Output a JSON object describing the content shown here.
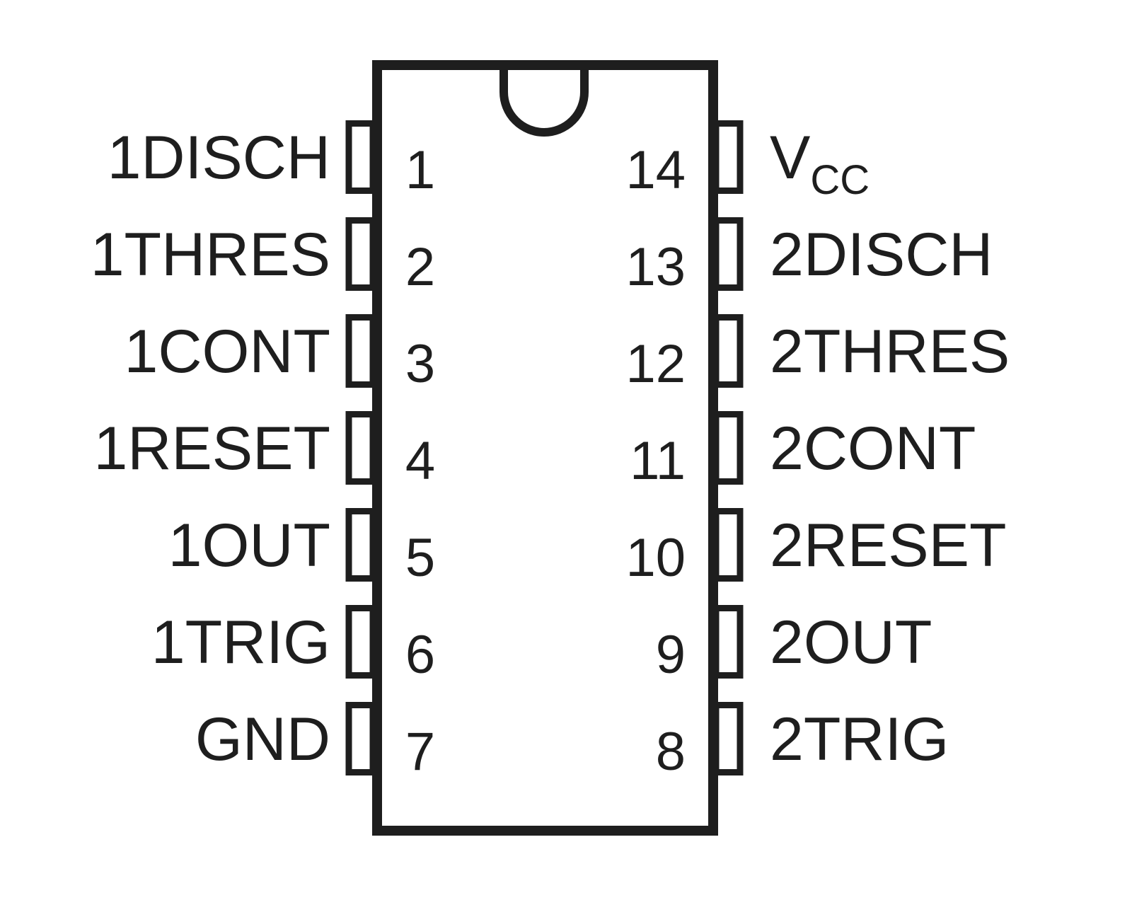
{
  "diagram": {
    "colors": {
      "stroke": "#1e1e1e",
      "background": "#ffffff"
    },
    "left_pins": [
      {
        "number": "1",
        "label": "1DISCH"
      },
      {
        "number": "2",
        "label": "1THRES"
      },
      {
        "number": "3",
        "label": "1CONT"
      },
      {
        "number": "4",
        "label": "1RESET"
      },
      {
        "number": "5",
        "label": "1OUT"
      },
      {
        "number": "6",
        "label": "1TRIG"
      },
      {
        "number": "7",
        "label": "GND"
      }
    ],
    "right_pins": [
      {
        "number": "14",
        "label": "V",
        "label_sub": "CC"
      },
      {
        "number": "13",
        "label": "2DISCH"
      },
      {
        "number": "12",
        "label": "2THRES"
      },
      {
        "number": "11",
        "label": "2CONT"
      },
      {
        "number": "10",
        "label": "2RESET"
      },
      {
        "number": "9",
        "label": "2OUT"
      },
      {
        "number": "8",
        "label": "2TRIG"
      }
    ]
  }
}
